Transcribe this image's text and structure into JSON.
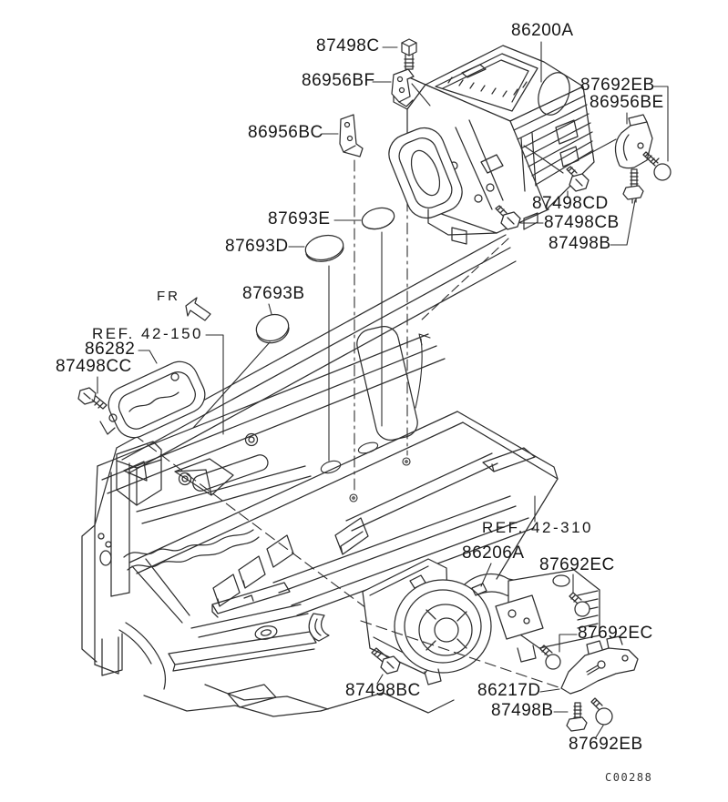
{
  "drawing_code": "C00288",
  "orientation_label": "FR",
  "references": {
    "ref_42_150": "REF. 42-150",
    "ref_42_310": "REF. 42-310"
  },
  "labels": {
    "p87498c": "87498C",
    "p86200a": "86200A",
    "p86956bf": "86956BF",
    "p87692eb_top": "87692EB",
    "p86956be": "86956BE",
    "p86956bc": "86956BC",
    "p87693e": "87693E",
    "p87693d": "87693D",
    "p87693b": "87693B",
    "p87498cd": "87498CD",
    "p87498cb": "87498CB",
    "p87498b_top": "87498B",
    "p86282": "86282",
    "p87498cc": "87498CC",
    "p86206a": "86206A",
    "p87692ec_1": "87692EC",
    "p87692ec_2": "87692EC",
    "p87498bc": "87498BC",
    "p86217d": "86217D",
    "p87498b_bot": "87498B",
    "p87692eb_bot": "87692EB"
  },
  "colors": {
    "line": "#2e2e2e",
    "text": "#161616",
    "background": "#ffffff"
  }
}
